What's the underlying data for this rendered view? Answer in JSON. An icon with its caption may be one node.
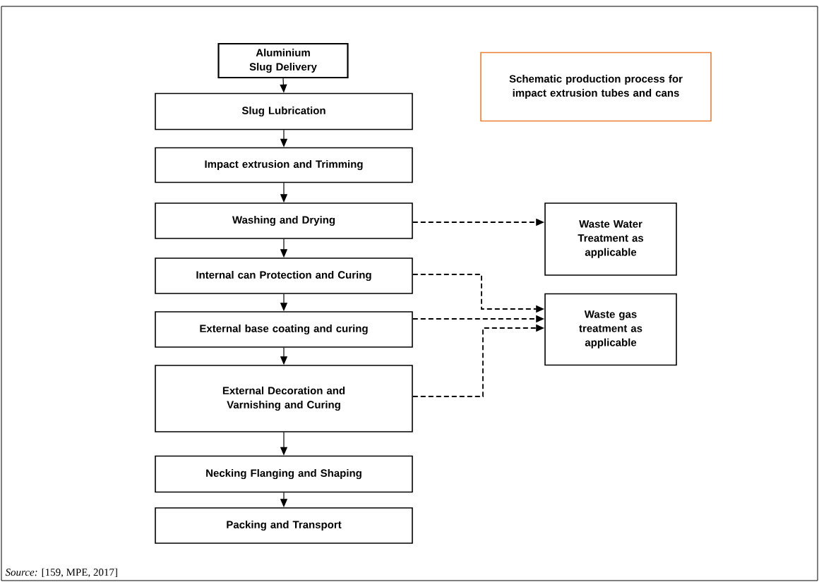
{
  "diagram": {
    "title": "Schematic production process for impact extrusion  tubes and cans",
    "caption": "*Source:* [159, MPE, 2017]",
    "nodes": [
      {
        "text": [
          "Aluminium Slug Delivery"
        ]
      },
      {
        "text": [
          "Slug Lubrication"
        ]
      },
      {
        "text": [
          "Impact extrusion and Trimming"
        ]
      },
      {
        "text": [
          "Washing and Drying"
        ]
      },
      {
        "text": [
          "Internal can Protection and Curing"
        ]
      },
      {
        "text": [
          "External base coating and curing"
        ]
      },
      {
        "text": [
          "External Decoration and Varnishing and Curing"
        ]
      },
      {
        "text": [
          "Necking Flanging and Shaping"
        ]
      },
      {
        "text": [
          "Packing and Transport"
        ]
      },
      {
        "text": [
          "Waste Water Treatment as applicable"
        ]
      },
      {
        "text": [
          "Waste gas treatment as applicable"
        ]
      }
    ],
    "edges": [
      {
        "from": 0,
        "to": 1,
        "arrow": "to"
      },
      {
        "from": 1,
        "to": 2,
        "arrow": "to"
      },
      {
        "from": 2,
        "to": 3,
        "arrow": "to"
      },
      {
        "from": 3,
        "to": 4,
        "arrow": "to"
      },
      {
        "from": 4,
        "to": 5,
        "arrow": "to"
      },
      {
        "from": 5,
        "to": 6,
        "arrow": "to"
      },
      {
        "from": 6,
        "to": 7,
        "arrow": "to"
      },
      {
        "from": 7,
        "to": 8,
        "arrow": "to"
      },
      {
        "from": 3,
        "to": 9,
        "arrow": "to",
        "style": "dashed"
      },
      {
        "from": 4,
        "to": 10,
        "arrow": "to",
        "style": "dashed"
      },
      {
        "from": 5,
        "to": 10,
        "arrow": "to",
        "style": "dashed"
      },
      {
        "from": 6,
        "to": 10,
        "arrow": "to",
        "style": "dashed"
      }
    ]
  }
}
